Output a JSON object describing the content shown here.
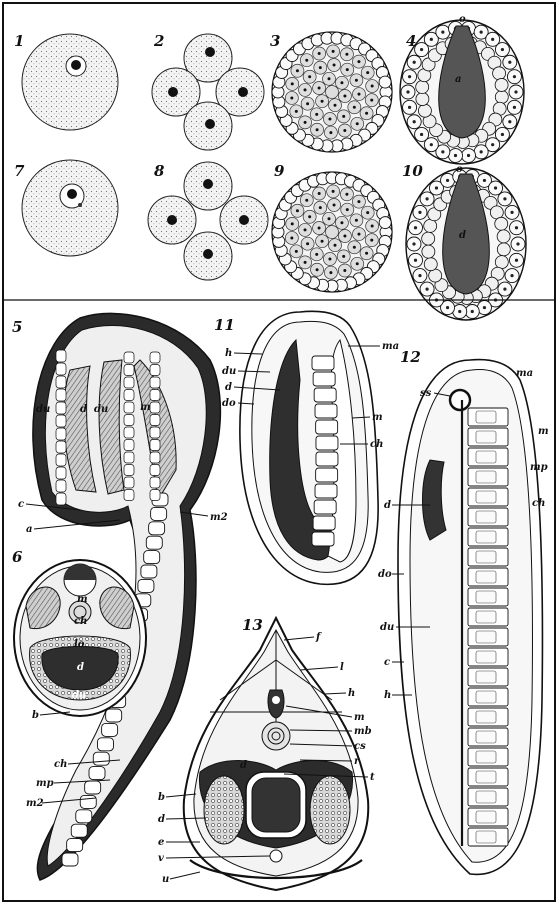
{
  "figures": {
    "f1": "1",
    "f2": "2",
    "f3": "3",
    "f4": "4",
    "f7": "7",
    "f8": "8",
    "f9": "9",
    "f10": "10",
    "f5": "5",
    "f6": "6",
    "f11": "11",
    "f12": "12",
    "f13": "13"
  },
  "labels": {
    "f4_o": "o",
    "f4_a": "a",
    "f10_o": "o",
    "f10_d": "d",
    "f5_du1": "du",
    "f5_d": "d",
    "f5_du2": "du",
    "f5_m": "m",
    "f5_c": "c",
    "f5_a": "a",
    "f5_m2": "m2",
    "f5_ch": "ch",
    "f5_mp": "mp",
    "f5_m2b": "m2",
    "f6_m": "m",
    "f6_ch": "ch",
    "f6_lo": "lo",
    "f6_d": "d",
    "f6_du": "du",
    "f6_b": "b",
    "f11_ma": "ma",
    "f11_h": "h",
    "f11_du": "du",
    "f11_d": "d",
    "f11_do": "do",
    "f11_m": "m",
    "f11_ch": "ch",
    "f12_ma": "ma",
    "f12_ss": "ss",
    "f12_m": "m",
    "f12_mp": "mp",
    "f12_ch": "ch",
    "f12_d": "d",
    "f12_do": "do",
    "f12_du": "du",
    "f12_c": "c",
    "f12_h": "h",
    "f13_f": "f",
    "f13_l": "l",
    "f13_h": "h",
    "f13_m": "m",
    "f13_mb": "mb",
    "f13_cs": "cs",
    "f13_r": "r",
    "f13_t": "t",
    "f13_d2": "d",
    "f13_b": "b",
    "f13_d": "d",
    "f13_e": "e",
    "f13_v": "v",
    "f13_u": "u"
  }
}
